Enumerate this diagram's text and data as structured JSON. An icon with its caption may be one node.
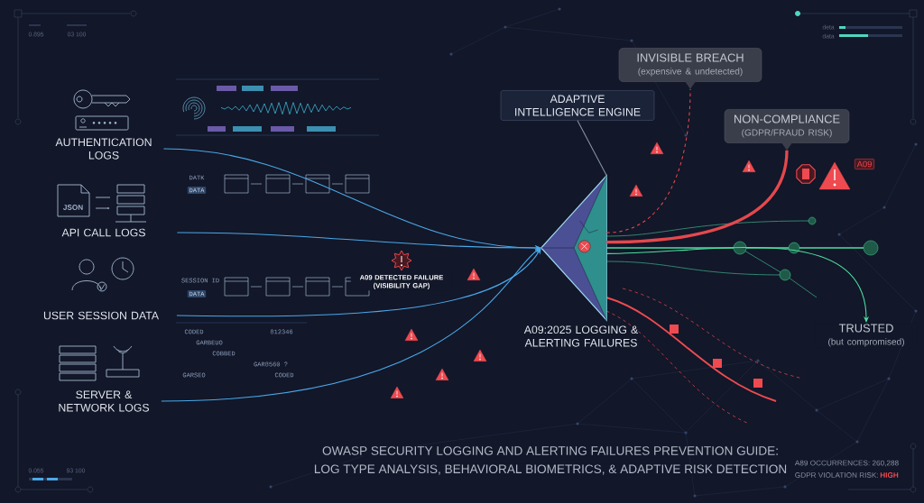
{
  "diagram": {
    "title": "OWASP SECURITY LOGGING AND ALERTING FAILURES PREVENTION GUIDE:",
    "caption": "LOG TYPE ANALYSIS, BEHAVIORAL BIOMETRICS, & ADAPTIVE RISK DETECTION",
    "nodes": [
      {
        "text": [
          "AUTHENTICATION LOGS"
        ]
      },
      {
        "text": [
          "API CALL LOGS"
        ]
      },
      {
        "text": [
          "USER SESSION DATA"
        ]
      },
      {
        "text": [
          "SERVER & NETWORK LOGS"
        ]
      },
      {
        "text": [
          "ADAPTIVE INTELLIGENCE ENGINE"
        ]
      },
      {
        "text": [],
        "shape": "triangle",
        "beside": [
          "A09:2025 LOGGING & ALERTING FAILURES"
        ]
      },
      {
        "text": [
          "INVISIBLE BREACH",
          "(expensive & undetected)"
        ]
      },
      {
        "text": [
          "NON-COMPLIANCE",
          "(GDPR/FRAUD RISK)"
        ]
      },
      {
        "text": [
          "TRUSTED",
          "(but compromised)"
        ]
      }
    ],
    "edges": [
      {
        "from": 0,
        "to": 5,
        "arrow": "to"
      },
      {
        "from": 1,
        "to": 5,
        "arrow": "to"
      },
      {
        "from": 2,
        "to": 5,
        "arrow": "to"
      },
      {
        "from": 3,
        "to": 5,
        "arrow": "to"
      },
      {
        "from": 4,
        "to": 5,
        "arrow": "none",
        "color": "#8a93a6"
      },
      {
        "from": 5,
        "to": 6,
        "arrow": "none",
        "style": "dashed",
        "color": "#e5484d"
      },
      {
        "from": 5,
        "to": 7,
        "arrow": "none",
        "style": "thick",
        "color": "#e5484d"
      },
      {
        "from": 5,
        "to": 8,
        "arrow": "to",
        "color": "#4ee0a0"
      }
    ],
    "labels": [
      "0.895",
      "03 100",
      "deta",
      "data",
      "JSON",
      "DATK",
      "DATA",
      "SESSION ID",
      "DATA",
      "CODED",
      "812346",
      "GARBEUO",
      "COBBED",
      "GAR8560 ?",
      "GARSEO",
      "CODED",
      "A09 DETECTED FAILURE (VISIBILITY GAP)",
      "A09",
      "0.055",
      "93 100",
      "A89 OCCURRENCES: 260,288",
      "GDPR VIOLATION RISK:",
      "HIGH"
    ]
  }
}
